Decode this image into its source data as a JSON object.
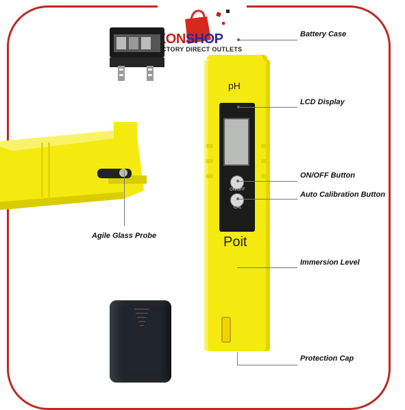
{
  "logo": {
    "brand_a": "AXON",
    "brand_b": "SHOP",
    "tagline": "FACTORY DIRECT OUTLETS",
    "colors": {
      "brand_a": "#c8201a",
      "brand_b": "#2a2a9a",
      "frame": "#c0281e"
    }
  },
  "product": {
    "reading": "pH",
    "brand": "Poit",
    "on_off_label": "ON/OFF",
    "cal_label": "CAL",
    "body_color": "#f4ea10"
  },
  "callouts": {
    "battery_case": "Battery Case",
    "lcd_display": "LCD Display",
    "on_off_button": "ON/OFF Button",
    "auto_calibration_button": "Auto Calibration Button",
    "immersion_level": "Immersion Level",
    "protection_cap": "Protection Cap",
    "agile_glass_probe": "Agile Glass Probe"
  }
}
